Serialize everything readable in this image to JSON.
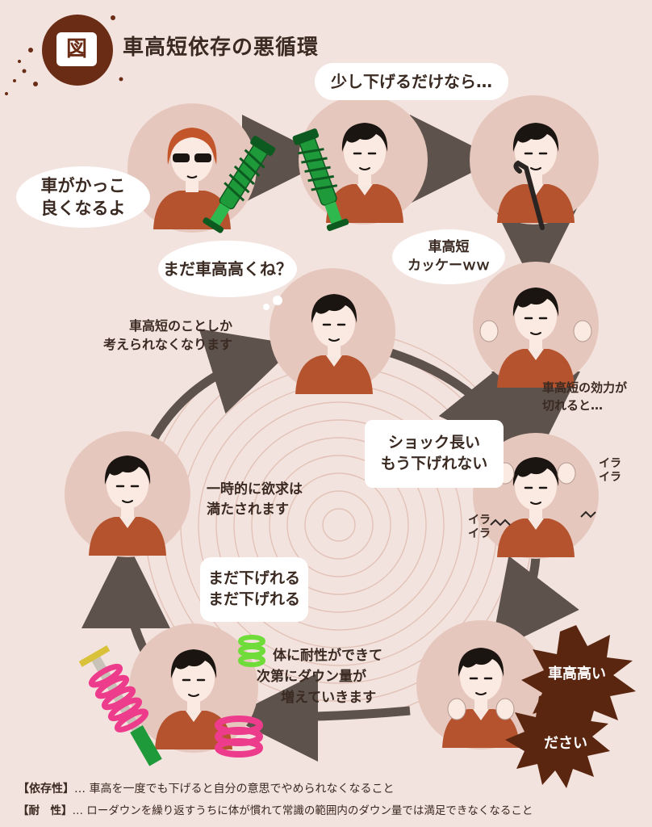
{
  "title": {
    "badge": "図",
    "text": "車高短依存の悪循環"
  },
  "speech": {
    "cool": "車がかっこ\n良くなるよ",
    "just_lower": "少し下げるだけなら…",
    "looks_cool": "車高短\nカッケーｗｗ",
    "still_high": "まだ車高高くね？",
    "shock": "ショック長い\nもう下げれない",
    "can_lower": "まだ下げれる\nまだ下げれる",
    "too_high": "車高高い",
    "lame": "ださい"
  },
  "notes": {
    "think_only": "車高短のことしか\n考えられなくなります",
    "effect_wears": "車高短の効力が\n切れると…",
    "temporary": "一時的に欲求は\n満たされます",
    "tolerance_1": "体に耐性ができて",
    "tolerance_2": "次第にダウン量が",
    "tolerance_3": "増えていきます",
    "irritated_1": "イラ\nイラ",
    "irritated_2": "イラ\nイラ"
  },
  "footer": {
    "line1_label": "【依存性】",
    "line1_text": "… 車高を一度でも下げると自分の意思でやめられなくなること",
    "line2_label": "【耐　性】",
    "line2_text": "… ローダウンを繰り返すうちに体が慣れて常識の範囲内のダウン量では満足できなくなること"
  },
  "colors": {
    "background": "#f3e3de",
    "circle": "#e6c7bd",
    "shirt": "#b5532e",
    "arrow": "#5e524c",
    "burst": "#5a2610",
    "coilover_green": "#1f9a3a",
    "spring_pink": "#ee3c8c",
    "spring_lime": "#6fdc3a"
  }
}
